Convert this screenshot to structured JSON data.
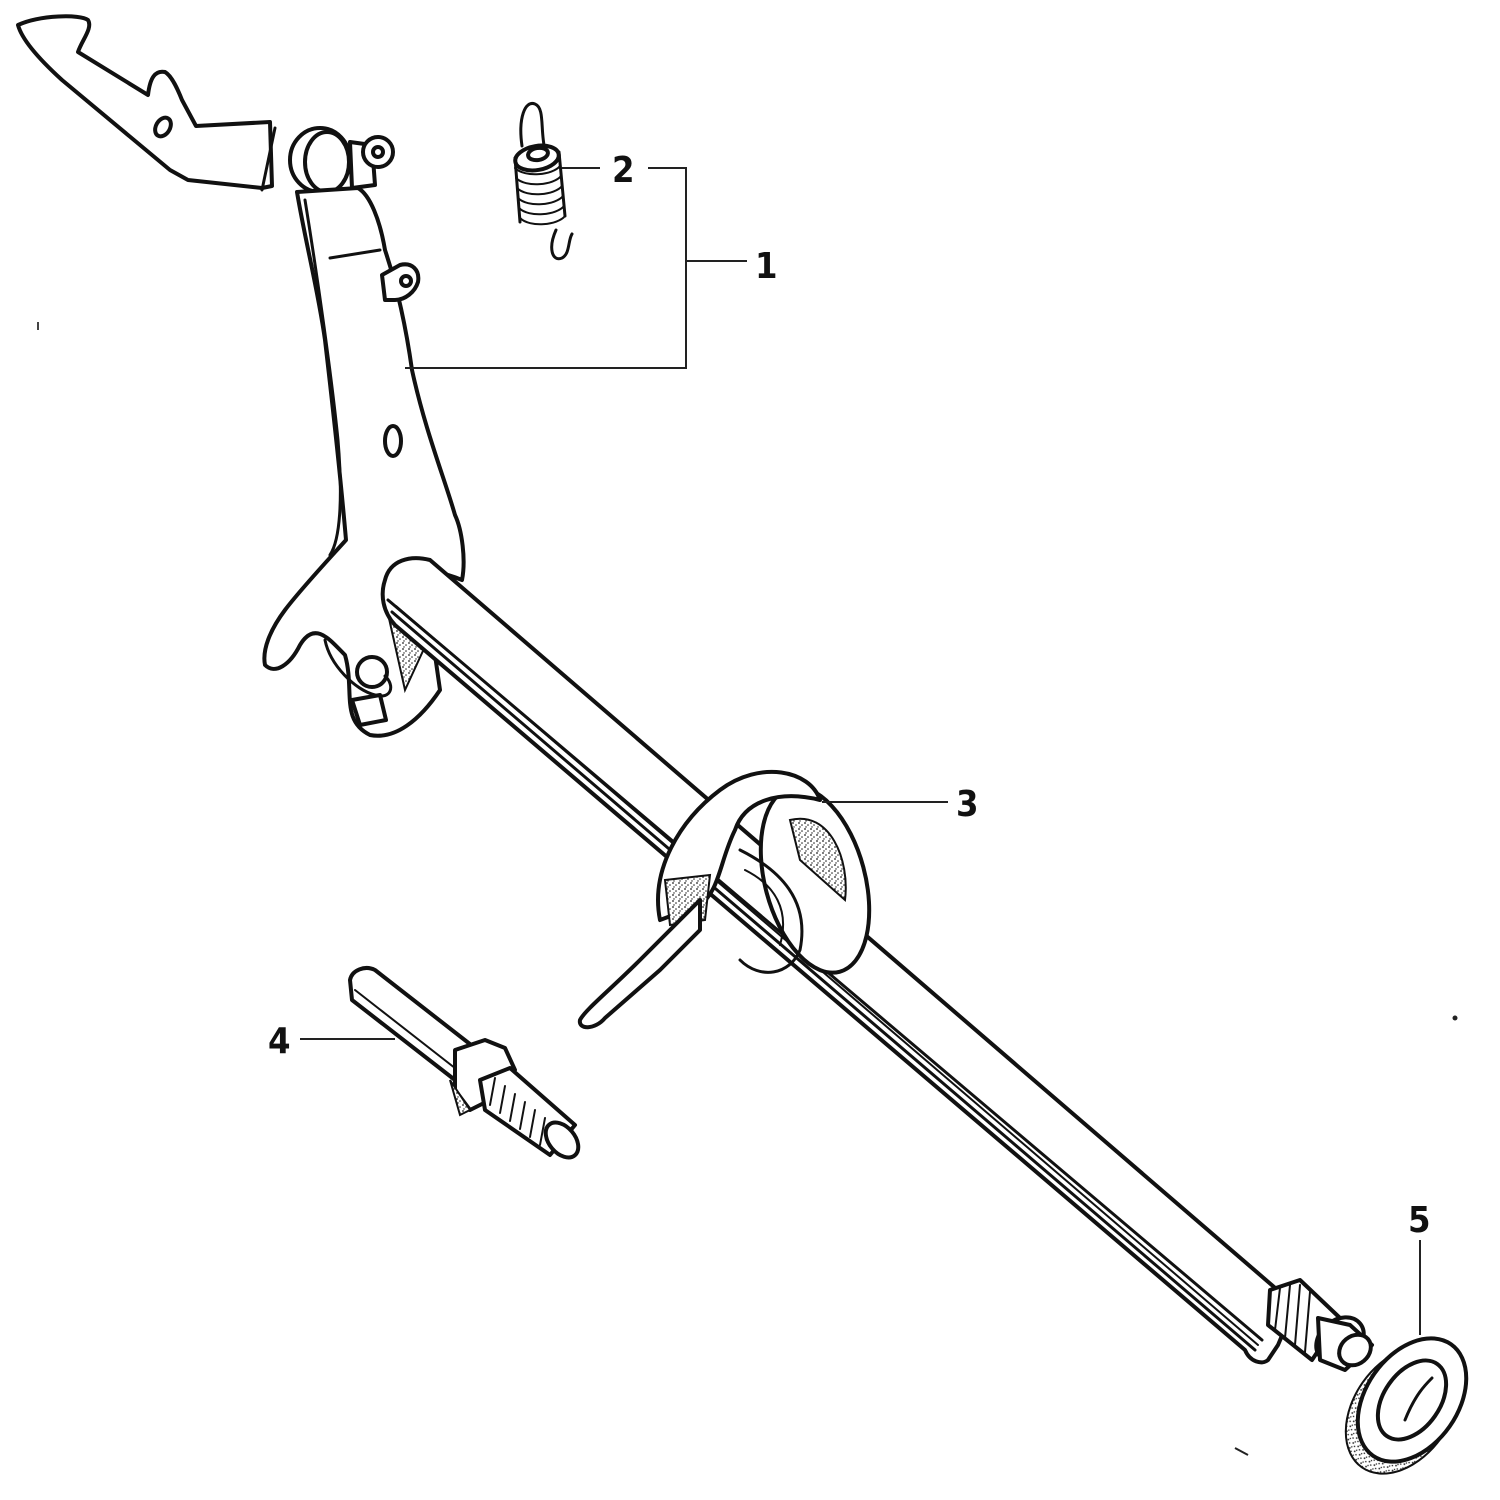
{
  "diagram": {
    "type": "exploded parts diagram",
    "background": "#ffffff",
    "ink": "#111111",
    "callouts": [
      {
        "id": "1",
        "label": "1",
        "part": "shift arm / lever assembly (bracket groups parts 1 and 2)"
      },
      {
        "id": "2",
        "label": "2",
        "part": "tension spring"
      },
      {
        "id": "3",
        "label": "3",
        "part": "torsion return spring"
      },
      {
        "id": "4",
        "label": "4",
        "part": "stopper pin / stud bolt"
      },
      {
        "id": "5",
        "label": "5",
        "part": "oil seal"
      }
    ],
    "parts": [
      {
        "name": "shift-lever",
        "description": "gear shift arm with pawl plate, pivot boss and clip"
      },
      {
        "name": "spring",
        "description": "coil tension spring with hooked ends"
      },
      {
        "name": "shift-spindle",
        "description": "long shaft with splined end"
      },
      {
        "name": "return-spring",
        "description": "coiled torsion spring around spindle"
      },
      {
        "name": "stopper-pin",
        "description": "hex-collar stud with threaded end"
      },
      {
        "name": "oil-seal",
        "description": "ring seal at splined end"
      }
    ]
  }
}
